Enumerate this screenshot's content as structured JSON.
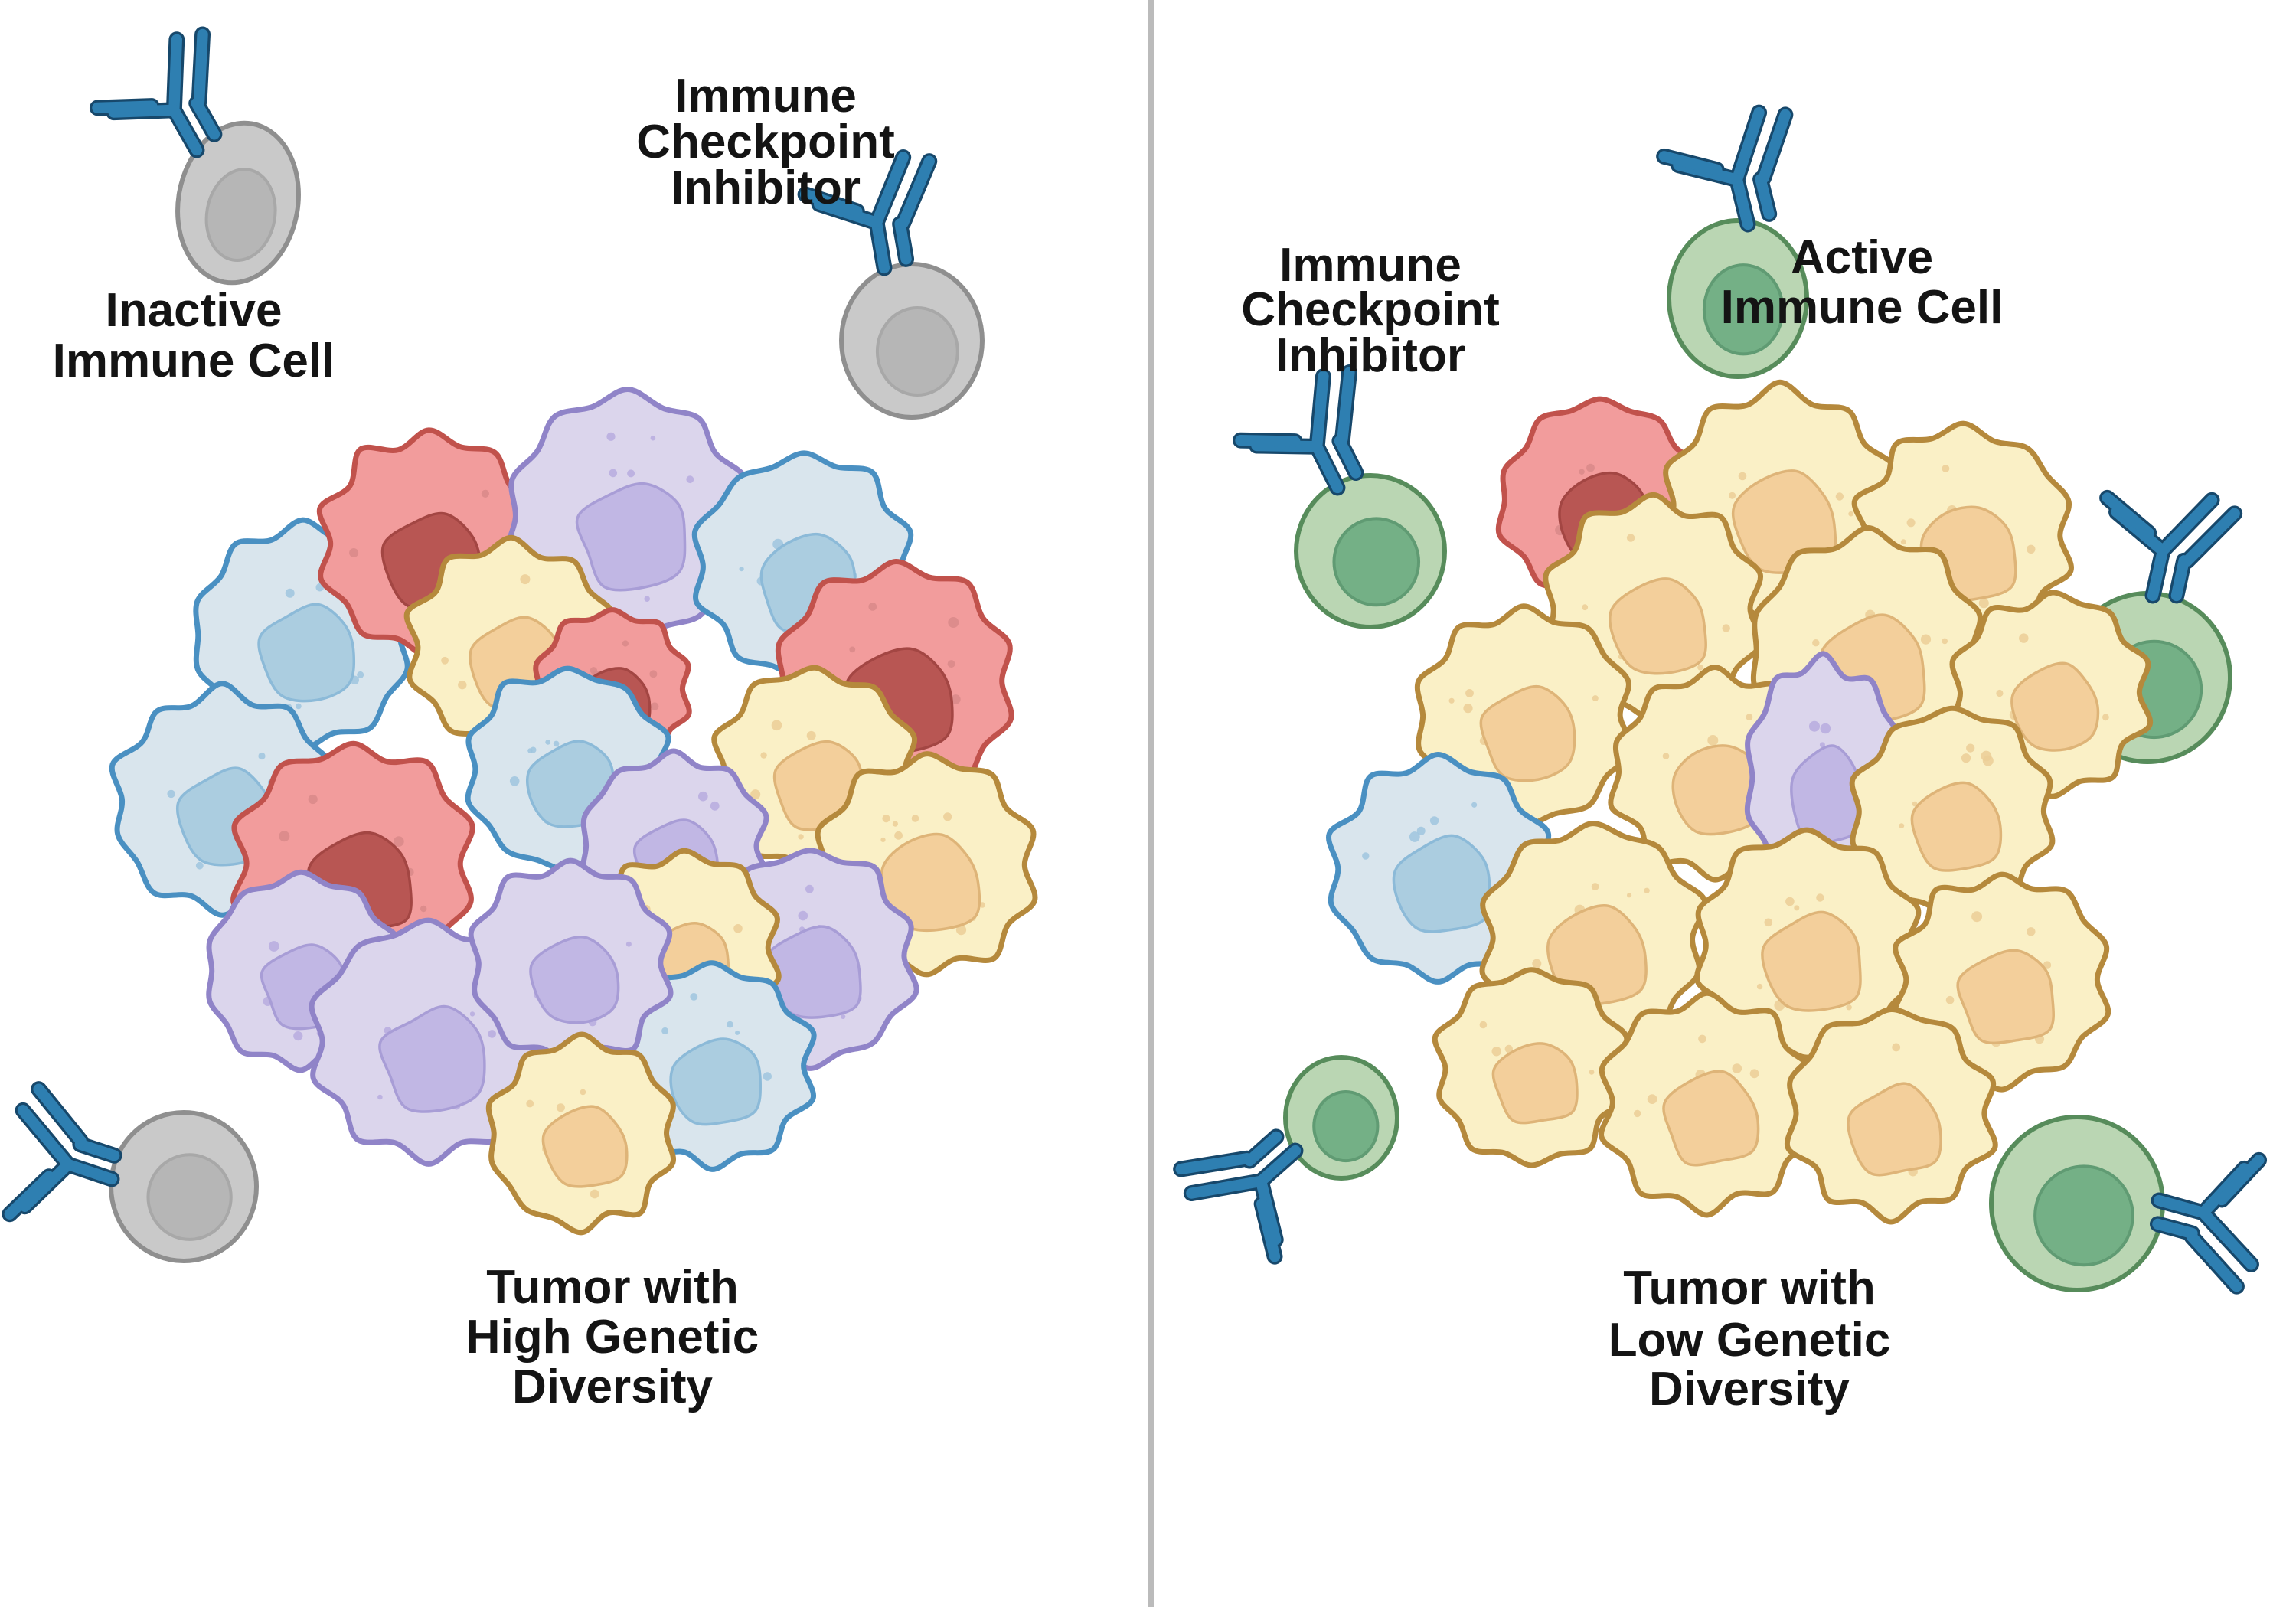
{
  "palette": {
    "background": "#FFFFFF",
    "divider": "#BBBBBB",
    "label_text": "#141414",
    "antibody_fill": "#2E7FB1",
    "antibody_edge": "#17486B",
    "gray_cell": {
      "body": "#C9C9C9",
      "outline": "#8F8F8F",
      "nucleus": "#B6B6B6",
      "nucleus_outline": "#A8A8A8"
    },
    "green_cell": {
      "body": "#BAD6B3",
      "outline": "#578C5B",
      "nucleus": "#74B086",
      "nucleus_outline": "#609B73"
    },
    "tumor_red": {
      "body": "#F29C9C",
      "outline": "#C1524C",
      "nucleus": "#B85653",
      "nucleus_outline": "#A34643",
      "dots": "#D98A8A"
    },
    "tumor_blue": {
      "body": "#D9E5ED",
      "outline": "#4A90C2",
      "nucleus": "#ABCDE0",
      "nucleus_outline": "#8CBAD8",
      "dots": "#9FC6DE"
    },
    "tumor_yellow": {
      "body": "#FAF0C6",
      "outline": "#B5893C",
      "nucleus": "#F3CF9B",
      "nucleus_outline": "#DEB478",
      "dots": "#EBCE96"
    },
    "tumor_purple": {
      "body": "#DBD5EC",
      "outline": "#9084C8",
      "nucleus": "#C1B7E4",
      "nucleus_outline": "#A89DD6",
      "dots": "#B7ABDF"
    }
  },
  "icons": {
    "antibody": "ig-antibody-y-icon",
    "immune_cell": "round-cell-icon",
    "tumor_cell": "blob-cell-icon"
  },
  "left_panel": {
    "inactive_immune_cell_label": [
      "Inactive",
      "Immune Cell"
    ],
    "checkpoint_inhibitor_label": [
      "Immune",
      "Checkpoint",
      "Inhibitor"
    ],
    "tumor_label": [
      "Tumor with",
      "High Genetic",
      "Diversity"
    ],
    "tumor_cell_colors": [
      "blue",
      "red",
      "purple",
      "blue",
      "yellow",
      "red",
      "blue",
      "red",
      "blue",
      "yellow",
      "purple",
      "red",
      "yellow",
      "purple",
      "purple",
      "yellow",
      "purple",
      "blue",
      "purple",
      "yellow"
    ],
    "immune_cell_state": "inactive",
    "immune_cell_count": 3,
    "antibody_count": 3
  },
  "right_panel": {
    "checkpoint_inhibitor_label": [
      "Immune",
      "Checkpoint",
      "Inhibitor"
    ],
    "active_immune_cell_label": [
      "Active",
      "Immune Cell"
    ],
    "tumor_label": [
      "Tumor with",
      "Low Genetic",
      "Diversity"
    ],
    "tumor_cell_colors": [
      "red",
      "yellow",
      "yellow",
      "yellow",
      "yellow",
      "yellow",
      "yellow",
      "yellow",
      "blue",
      "purple",
      "yellow",
      "yellow",
      "yellow",
      "yellow",
      "yellow",
      "yellow",
      "yellow"
    ],
    "immune_cell_state": "active",
    "immune_cell_count": 5,
    "antibody_count": 5
  }
}
